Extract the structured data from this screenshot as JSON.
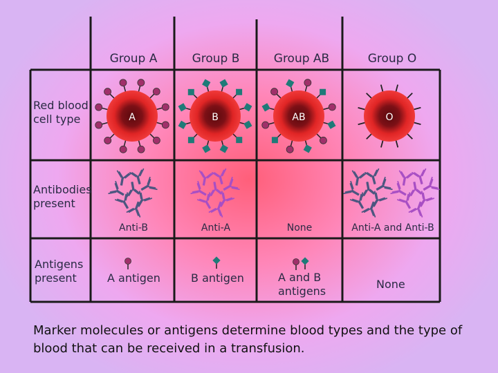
{
  "groups": [
    "Group A",
    "Group B",
    "Group AB",
    "Group O"
  ],
  "rows": {
    "rbc": "Red blood\ncell type",
    "antibodies": "Antibodies\npresent",
    "antigens": "Antigens\npresent"
  },
  "cell_letters": [
    "A",
    "B",
    "AB",
    "O"
  ],
  "antibody_labels": [
    "Anti-B",
    "Anti-A",
    "None",
    "Anti-A and Anti-B"
  ],
  "antigen_labels": [
    "A antigen",
    "B antigen",
    "A and B\nantigens",
    "None"
  ],
  "caption": "Marker molecules or antigens determine blood types and the type of blood that can be received in a transfusion.",
  "colors": {
    "antigen_a": "#a0306a",
    "antigen_b": "#1f7a78",
    "anti_a_antibody": "#a84fc4",
    "anti_b_antibody": "#4c5680",
    "cell_core": "#6b0f13",
    "cell_rim": "#e32a2a",
    "grid": "#1a1a1a"
  }
}
